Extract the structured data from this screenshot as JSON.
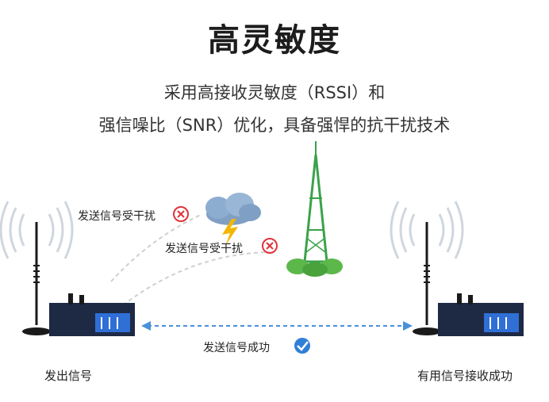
{
  "title": "高灵敏度",
  "subtitle_line1": "采用高接收灵敏度（RSSI）和",
  "subtitle_line2": "强信噪比（SNR）优化，具备强悍的抗干扰技术",
  "interference_label_1": "发送信号受干扰",
  "interference_label_2": "发送信号受干扰",
  "success_label": "发送信号成功",
  "sender_caption": "发出信号",
  "receiver_caption": "有用信号接收成功",
  "colors": {
    "cross": "#e0323a",
    "check": "#2f7fd8",
    "arrow": "#4a90d9",
    "tower": "#3aa24a",
    "device": "#1e2a44"
  }
}
